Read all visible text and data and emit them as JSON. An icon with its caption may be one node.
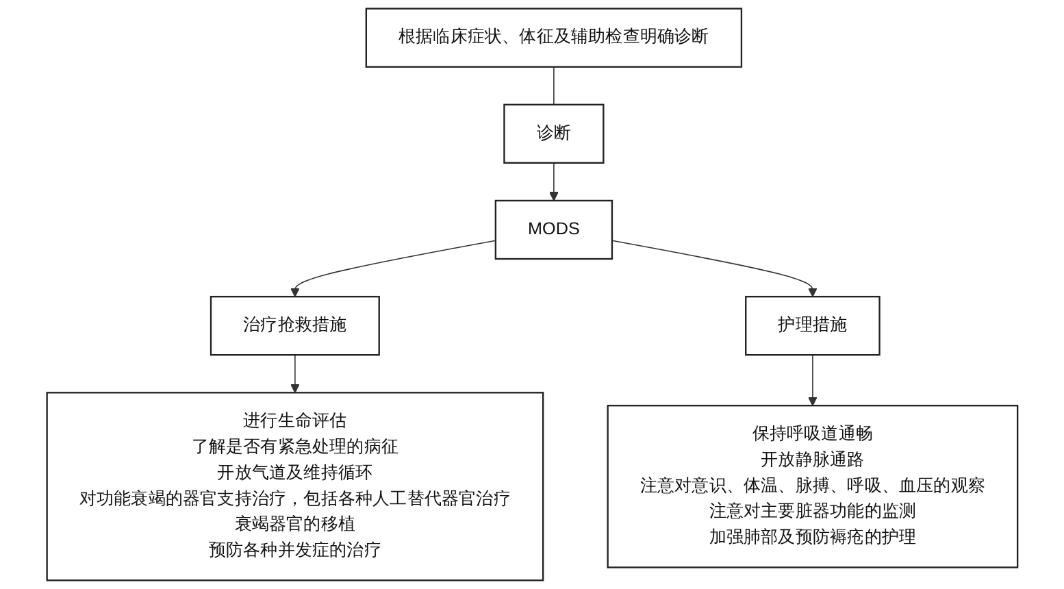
{
  "diagram": {
    "nodes": [
      {
        "text": [
          "根据临床症状、体征及辅助检查明确诊断"
        ]
      },
      {
        "text": [
          "诊断"
        ]
      },
      {
        "text": [
          "MODS"
        ]
      },
      {
        "text": [
          "治疗抢救措施"
        ]
      },
      {
        "text": [
          "护理措施"
        ]
      },
      {
        "text": [
          "进行生命评估",
          "了解是否有紧急处理的病征",
          "开放气道及维持循环",
          "对功能衰竭的器官支持治疗，包括各种人工替代器官治疗",
          "衰竭器官的移植",
          "预防各种并发症的治疗"
        ]
      },
      {
        "text": [
          "保持呼吸道通畅",
          "开放静脉通路",
          "注意对意识、体温、脉搏、呼吸、血压的观察",
          "注意对主要脏器功能的监测",
          "加强肺部及预防褥疮的护理"
        ]
      }
    ],
    "edges": [
      {
        "from": 0,
        "to": 1,
        "arrow": "none"
      },
      {
        "from": 1,
        "to": 2,
        "arrow": "to"
      },
      {
        "from": 2,
        "to": 3,
        "arrow": "to"
      },
      {
        "from": 2,
        "to": 4,
        "arrow": "to"
      },
      {
        "from": 3,
        "to": 5,
        "arrow": "to"
      },
      {
        "from": 4,
        "to": 6,
        "arrow": "to"
      }
    ]
  }
}
